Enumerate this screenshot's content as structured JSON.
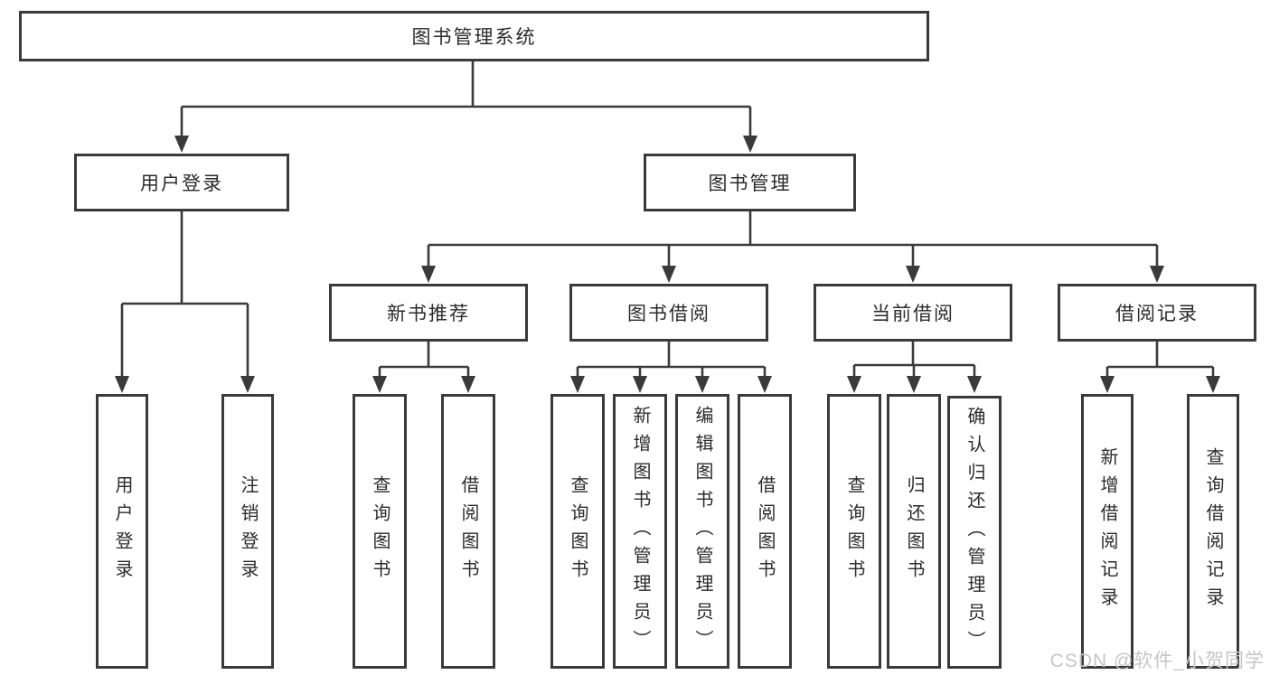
{
  "tree": {
    "root": "图书管理系统",
    "children": [
      {
        "label": "用户登录",
        "children": [
          "用户登录",
          "注销登录"
        ]
      },
      {
        "label": "图书管理",
        "children": [
          {
            "label": "新书推荐",
            "children": [
              "查询图书",
              "借阅图书"
            ]
          },
          {
            "label": "图书借阅",
            "children": [
              "查询图书",
              "新增图书（管理员）",
              "编辑图书（管理员）",
              "借阅图书"
            ]
          },
          {
            "label": "当前借阅",
            "children": [
              "查询图书",
              "归还图书",
              "确认归还（管理员）"
            ]
          },
          {
            "label": "借阅记录",
            "children": [
              "新增借阅记录",
              "查询借阅记录"
            ]
          }
        ]
      }
    ]
  },
  "watermark": "CSDN @软件_小贺同学",
  "colors": {
    "line": "#3a3a3a",
    "text": "#2b2b2b",
    "background": "#ffffff",
    "watermark": "#c6c6c6"
  }
}
